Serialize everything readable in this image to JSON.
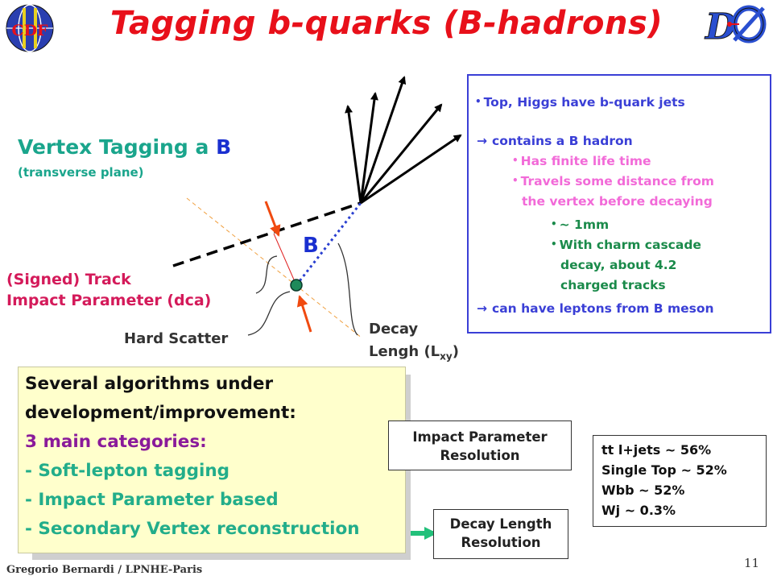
{
  "title": "Tagging  b-quarks  (B-hadrons)",
  "logos": {
    "left": "CDF II",
    "right": "DØ"
  },
  "vertex_tagging": {
    "prefix": "Vertex Tagging a",
    "b": "B",
    "subtitle": "(transverse plane)"
  },
  "diagram_labels": {
    "b_label": "B",
    "track_line1": "(Signed) Track",
    "track_line2": "Impact Parameter (dca)",
    "hard_scatter": "Hard Scatter",
    "decay_line1": "Decay",
    "decay_line2_prefix": "Lengh (L",
    "decay_sub": "xy",
    "decay_line2_suffix": ")"
  },
  "info_box": {
    "line1": "Top, Higgs have b-quark jets",
    "line2": "contains a B hadron",
    "line3": "Has finite life time",
    "line4": "Travels some distance from",
    "line5": "the vertex before decaying",
    "line6": "~ 1mm",
    "line7": "With charm cascade",
    "line8": "decay, about 4.2",
    "line9": "charged tracks",
    "line10": "can have leptons from B meson",
    "colors": {
      "blue": "#3a3fd6",
      "pink": "#f26ad8",
      "green": "#1a8a4a"
    }
  },
  "algorithms": {
    "line1": "Several algorithms under",
    "line2": "development/improvement:",
    "line3": "3 main categories:",
    "line4": "- Soft-lepton tagging",
    "line5": "- Impact Parameter based",
    "line6": "- Secondary Vertex reconstruction"
  },
  "ip_resolution": {
    "line1": "Impact Parameter",
    "line2": "Resolution"
  },
  "dl_resolution": {
    "line1": "Decay Length",
    "line2": "Resolution"
  },
  "stats": {
    "line1": "tt l+jets ~ 56%",
    "line2": "Single Top  ~ 52%",
    "line3": "Wbb ~ 52%",
    "line4": "Wj ~ 0.3%"
  },
  "footer": "Gregorio Bernardi / LPNHE-Paris",
  "page_number": "11",
  "colors": {
    "title": "#e8101a",
    "teal": "#1aa58c",
    "label_red": "#d41a5a",
    "arrow_green": "#22c07a",
    "b_blue": "#1a2fd0"
  }
}
